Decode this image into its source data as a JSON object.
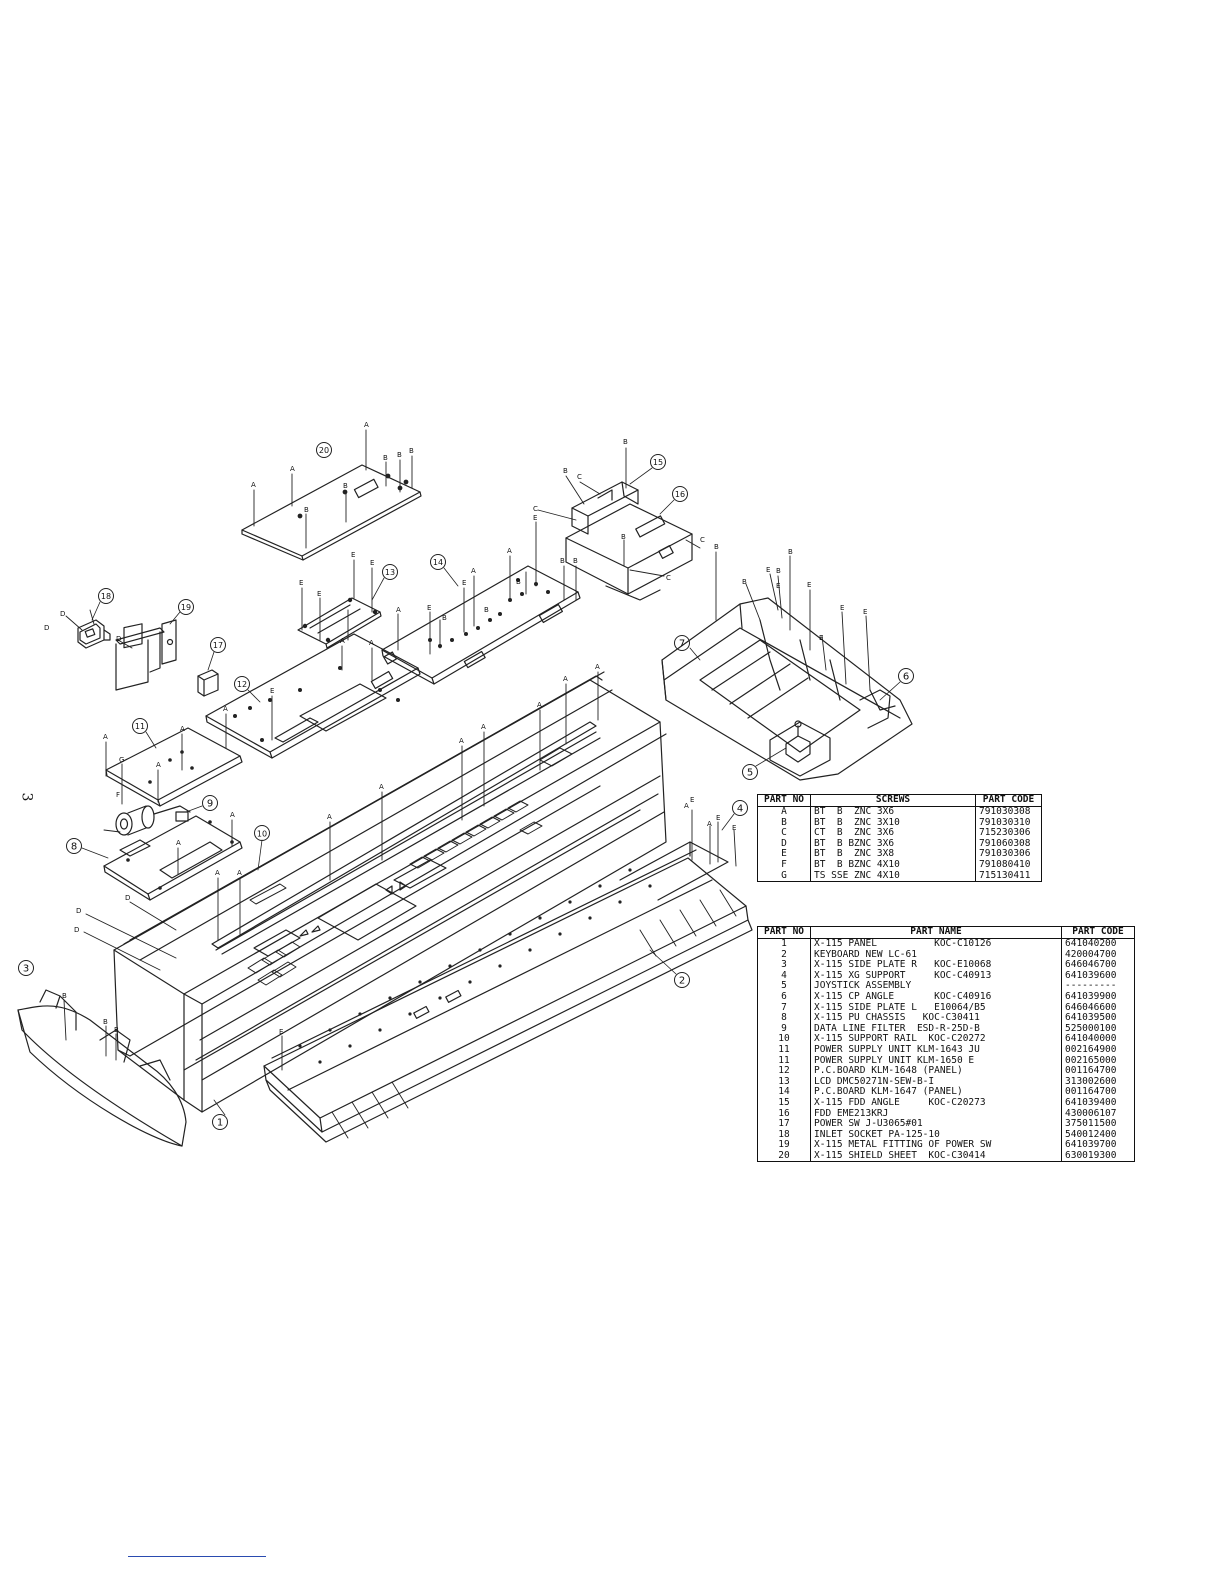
{
  "page_number": "3",
  "screw_letters": [
    "A",
    "B",
    "C",
    "D",
    "E",
    "F",
    "G"
  ],
  "callouts": [
    "1",
    "2",
    "3",
    "4",
    "5",
    "6",
    "7",
    "8",
    "9",
    "10",
    "11",
    "12",
    "13",
    "14",
    "15",
    "16",
    "17",
    "18",
    "19",
    "20"
  ],
  "screws_table": {
    "headers": [
      "PART NO",
      "SCREWS",
      "PART CODE"
    ],
    "rows": [
      {
        "no": "A",
        "desc": "BT  B  ZNC 3X6",
        "code": "791030308"
      },
      {
        "no": "B",
        "desc": "BT  B  ZNC 3X10",
        "code": "791030310"
      },
      {
        "no": "C",
        "desc": "CT  B  ZNC 3X6",
        "code": "715230306"
      },
      {
        "no": "D",
        "desc": "BT  B BZNC 3X6",
        "code": "791060308"
      },
      {
        "no": "E",
        "desc": "BT  B  ZNC 3X8",
        "code": "791030306"
      },
      {
        "no": "F",
        "desc": "BT  B BZNC 4X10",
        "code": "791080410"
      },
      {
        "no": "G",
        "desc": "TS SSE ZNC 4X10",
        "code": "715130411"
      }
    ]
  },
  "parts_table": {
    "headers": [
      "PART NO",
      "PART NAME",
      "PART CODE"
    ],
    "rows": [
      {
        "no": "1",
        "desc": "X-115 PANEL          KOC-C10126",
        "code": "641040200"
      },
      {
        "no": "2",
        "desc": "KEYBOARD NEW LC-61",
        "code": "420004700"
      },
      {
        "no": "3",
        "desc": "X-115 SIDE PLATE R   KOC-E10068",
        "code": "646046700"
      },
      {
        "no": "4",
        "desc": "X-115 XG SUPPORT     KOC-C40913",
        "code": "641039600"
      },
      {
        "no": "5",
        "desc": "JOYSTICK ASSEMBLY",
        "code": "---------"
      },
      {
        "no": "6",
        "desc": "X-115 CP ANGLE       KOC-C40916",
        "code": "641039900"
      },
      {
        "no": "7",
        "desc": "X-115 SIDE PLATE L   E10064/B5",
        "code": "646046600"
      },
      {
        "no": "8",
        "desc": "X-115 PU CHASSIS   KOC-C30411",
        "code": "641039500"
      },
      {
        "no": "9",
        "desc": "DATA LINE FILTER  ESD-R-25D-B",
        "code": "525000100"
      },
      {
        "no": "10",
        "desc": "X-115 SUPPORT RAIL  KOC-C20272",
        "code": "641040000"
      },
      {
        "no": "11",
        "desc": "POWER SUPPLY UNIT KLM-1643 JU",
        "code": "002164900"
      },
      {
        "no": "11",
        "desc": "POWER SUPPLY UNIT KLM-1650 E",
        "code": "002165000"
      },
      {
        "no": "12",
        "desc": "P.C.BOARD KLM-1648 (PANEL)",
        "code": "001164700"
      },
      {
        "no": "13",
        "desc": "LCD DMC50271N-SEW-B-I",
        "code": "313002600"
      },
      {
        "no": "14",
        "desc": "P.C.BOARD KLM-1647 (PANEL)",
        "code": "001164700"
      },
      {
        "no": "15",
        "desc": "X-115 FDD ANGLE     KOC-C20273",
        "code": "641039400"
      },
      {
        "no": "16",
        "desc": "FDD EME213KRJ",
        "code": "430006107"
      },
      {
        "no": "17",
        "desc": "POWER SW J-U3065#01",
        "code": "375011500"
      },
      {
        "no": "18",
        "desc": "INLET SOCKET PA-125-10",
        "code": "540012400"
      },
      {
        "no": "19",
        "desc": "X-115 METAL FITTING OF POWER SW",
        "code": "641039700"
      },
      {
        "no": "20",
        "desc": "X-115 SHIELD SHEET  KOC-C30414",
        "code": "630019300"
      }
    ]
  }
}
